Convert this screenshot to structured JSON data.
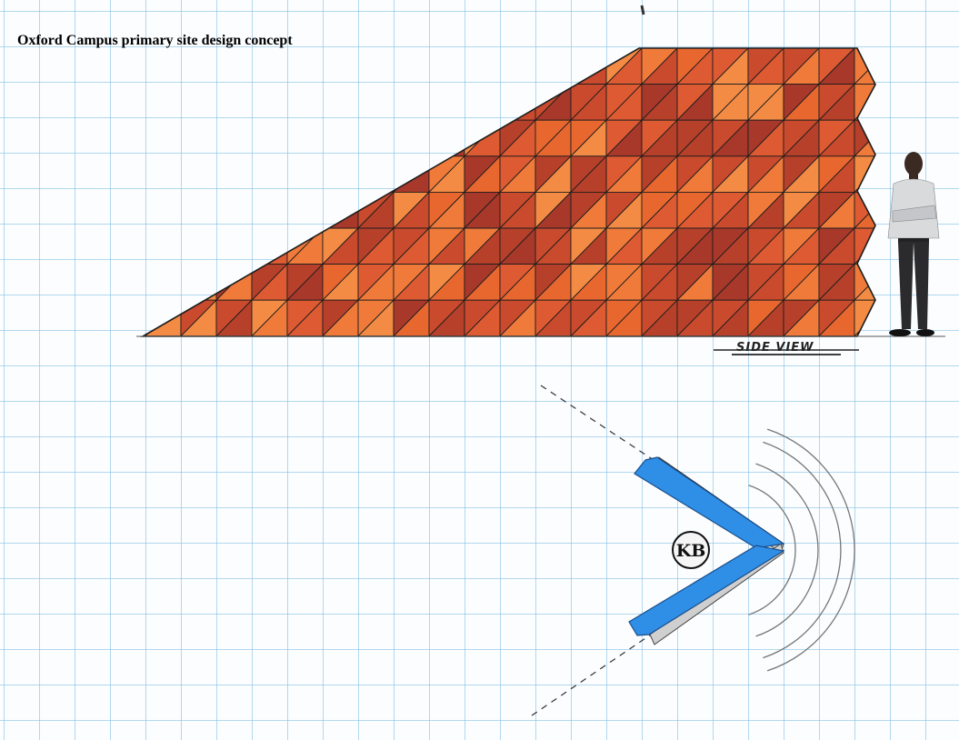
{
  "title": "Oxford Campus primary site design concept",
  "side_view": {
    "label": "SIDE VIEW"
  },
  "plan_view": {
    "logo_text": "KB",
    "colors": {
      "wall": "#2f8fe6",
      "fins": "#e05a28"
    }
  },
  "colors": {
    "grid": "#78b9e1",
    "facade_dark": "#b6402a",
    "facade_mid": "#dd5a32",
    "facade_light": "#f07a3a",
    "ink": "#1d1d1d"
  },
  "icons": {
    "figure": "standing-man-figure",
    "logo": "kb-monogram-logo"
  }
}
